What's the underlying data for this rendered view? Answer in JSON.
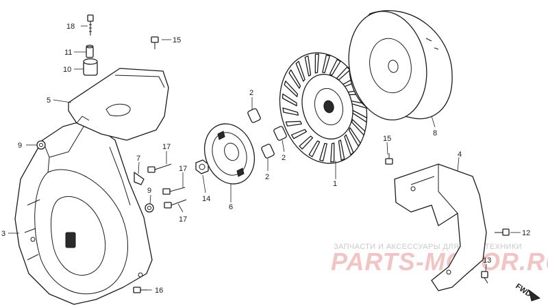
{
  "callouts": {
    "c18": "18",
    "c15a": "15",
    "c11": "11",
    "c10": "10",
    "c5": "5",
    "c9a": "9",
    "c7": "7",
    "c17a": "17",
    "c17b": "17",
    "c9b": "9",
    "c17c": "17",
    "c3": "3",
    "c16": "16",
    "c2a": "2",
    "c2b": "2",
    "c2c": "2",
    "c14": "14",
    "c6": "6",
    "c1": "1",
    "c8": "8",
    "c15b": "15",
    "c4": "4",
    "c12": "12",
    "c13": "13"
  },
  "direction_marker": "FWD",
  "watermark": {
    "tagline": "ЗАПЧАСТИ И АКСЕССУАРЫ ДЛЯ МОТОТЕХНИКИ",
    "brand": "PARTS-MOTOR.RU"
  },
  "colors": {
    "ink": "#1a1a1a",
    "watermark_red": "#f2c4c4",
    "watermark_gray": "#c9c9c9"
  }
}
